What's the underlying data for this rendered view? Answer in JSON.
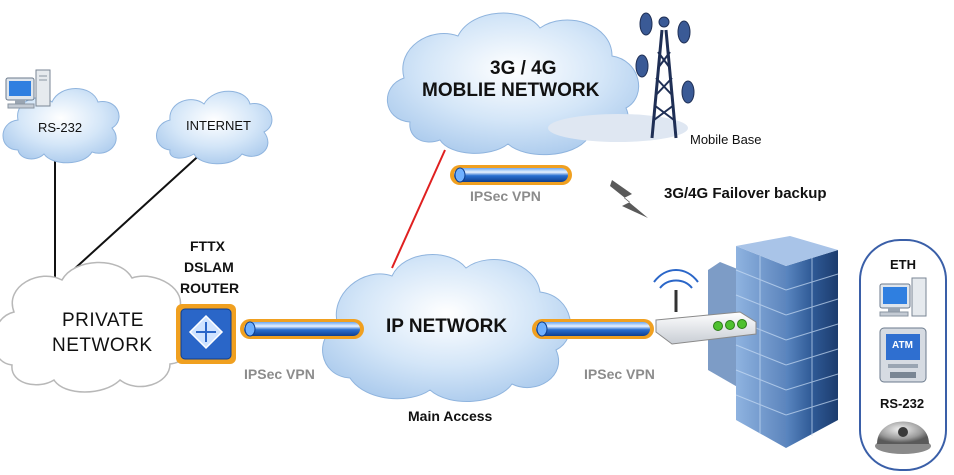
{
  "clouds": {
    "rs232": "RS-232",
    "internet": "INTERNET",
    "private_line1": "PRIVATE",
    "private_line2": "NETWORK",
    "mobile_line1": "3G / 4G",
    "mobile_line2": "MOBLIE NETWORK",
    "ip_network": "IP NETWORK"
  },
  "labels": {
    "router_line1": "FTTX",
    "router_line2": "DSLAM",
    "router_line3": "ROUTER",
    "mobile_base": "Mobile Base",
    "failover": "3G/4G Failover backup",
    "main_access": "Main Access"
  },
  "tunnels": {
    "left": "IPSec VPN",
    "right": "IPSec VPN",
    "top": "IPSec VPN"
  },
  "side_panel": {
    "eth": "ETH",
    "atm": "ATM",
    "rs232": "RS-232"
  },
  "colors": {
    "cloud_blue": "#bcd6f2",
    "cloud_white": "#ffffff",
    "tunnel_blue": "#1f5fb8",
    "tunnel_border": "#f0a020",
    "link_red": "#e02020",
    "panel_border": "#3a5fa8"
  }
}
